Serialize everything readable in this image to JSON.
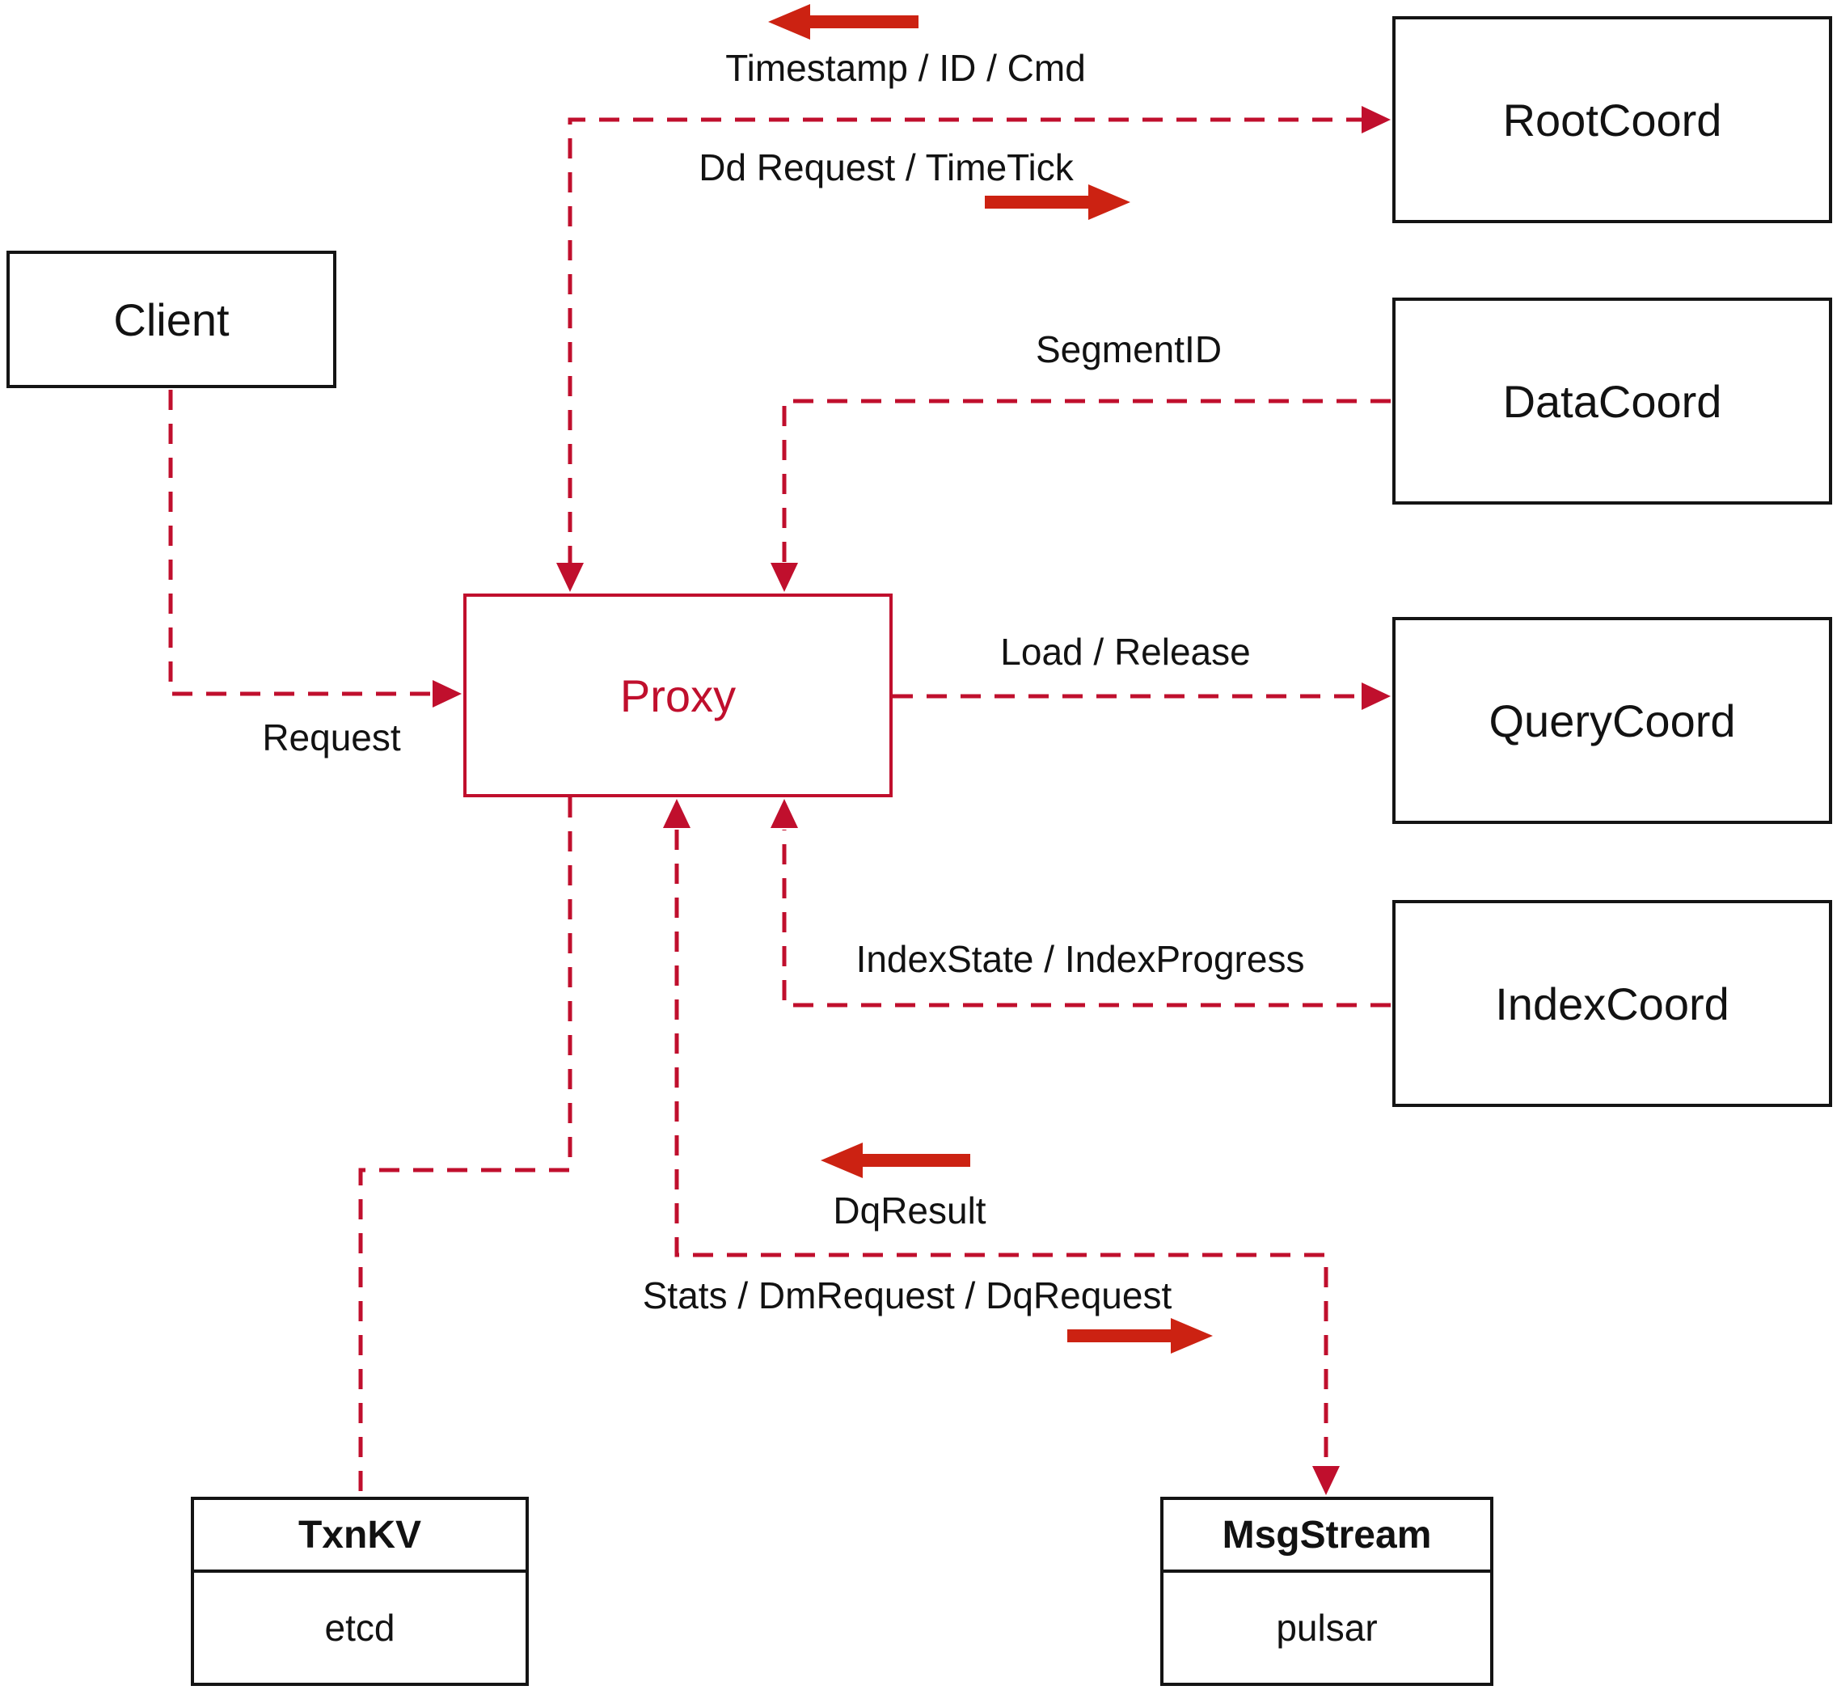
{
  "diagram": {
    "title": "Milvus proxy connections diagram",
    "colors": {
      "line": "#c00f2d",
      "arrow": "#cc2212",
      "box_border": "#141414",
      "text": "#121212"
    },
    "nodes": {
      "client": {
        "label": "Client"
      },
      "proxy": {
        "label": "Proxy"
      },
      "root_coord": {
        "label": "RootCoord"
      },
      "data_coord": {
        "label": "DataCoord"
      },
      "query_coord": {
        "label": "QueryCoord"
      },
      "index_coord": {
        "label": "IndexCoord"
      },
      "txn_kv": {
        "title": "TxnKV",
        "impl": "etcd"
      },
      "msg_stream": {
        "title": "MsgStream",
        "impl": "pulsar"
      }
    },
    "edge_labels": {
      "timestamp_id_cmd": "Timestamp / ID / Cmd",
      "dd_request_timetick": "Dd Request / TimeTick",
      "segment_id": "SegmentID",
      "request": "Request",
      "load_release": "Load / Release",
      "index_state_progress": "IndexState / IndexProgress",
      "dq_result": "DqResult",
      "stats_dm_dq_request": "Stats / DmRequest / DqRequest"
    }
  }
}
